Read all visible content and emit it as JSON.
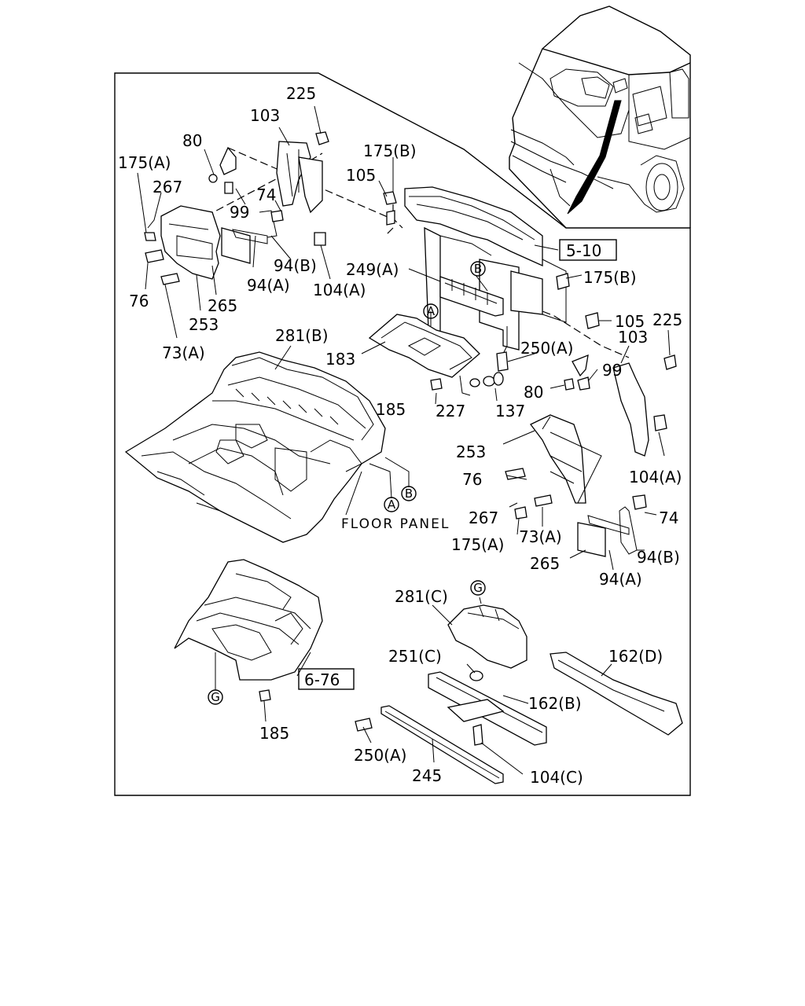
{
  "diagram": {
    "labels": {
      "l225a": "225",
      "l103a": "103",
      "l80a": "80",
      "l175Aa": "175(A)",
      "l267a": "267",
      "l99a": "99",
      "l74a": "74",
      "l94Ba": "94(B)",
      "l94Aa": "94(A)",
      "l104Aa": "104(A)",
      "l76a": "76",
      "l265a": "265",
      "l253a": "253",
      "l73Aa": "73(A)",
      "l175Ba": "175(B)",
      "l105a": "105",
      "l249A": "249(A)",
      "l175Bb": "175(B)",
      "l105b": "105",
      "l225b": "225",
      "l103b": "103",
      "l281B": "281(B)",
      "l183": "183",
      "l250Aa": "250(A)",
      "l185a": "185",
      "l227": "227",
      "l137": "137",
      "l80b": "80",
      "l99b": "99",
      "l253b": "253",
      "l76b": "76",
      "l104Ab": "104(A)",
      "l267b": "267",
      "l175Ab": "175(A)",
      "l73Ab": "73(A)",
      "l74b": "74",
      "l94Bb": "94(B)",
      "l265b": "265",
      "l94Ab": "94(A)",
      "l281C": "281(C)",
      "l251C": "251(C)",
      "l162D": "162(D)",
      "l162B": "162(B)",
      "l185b": "185",
      "l250Ab": "250(A)",
      "l245": "245",
      "l104C": "104(C)",
      "floor_panel": "FLOOR PANEL"
    },
    "refs": {
      "ref_5_10": "5-10",
      "ref_6_76": "6-76"
    },
    "circled": {
      "cA1": "A",
      "cB1": "B",
      "cA2": "A",
      "cB2": "B",
      "cG1": "G",
      "cG2": "G"
    }
  }
}
